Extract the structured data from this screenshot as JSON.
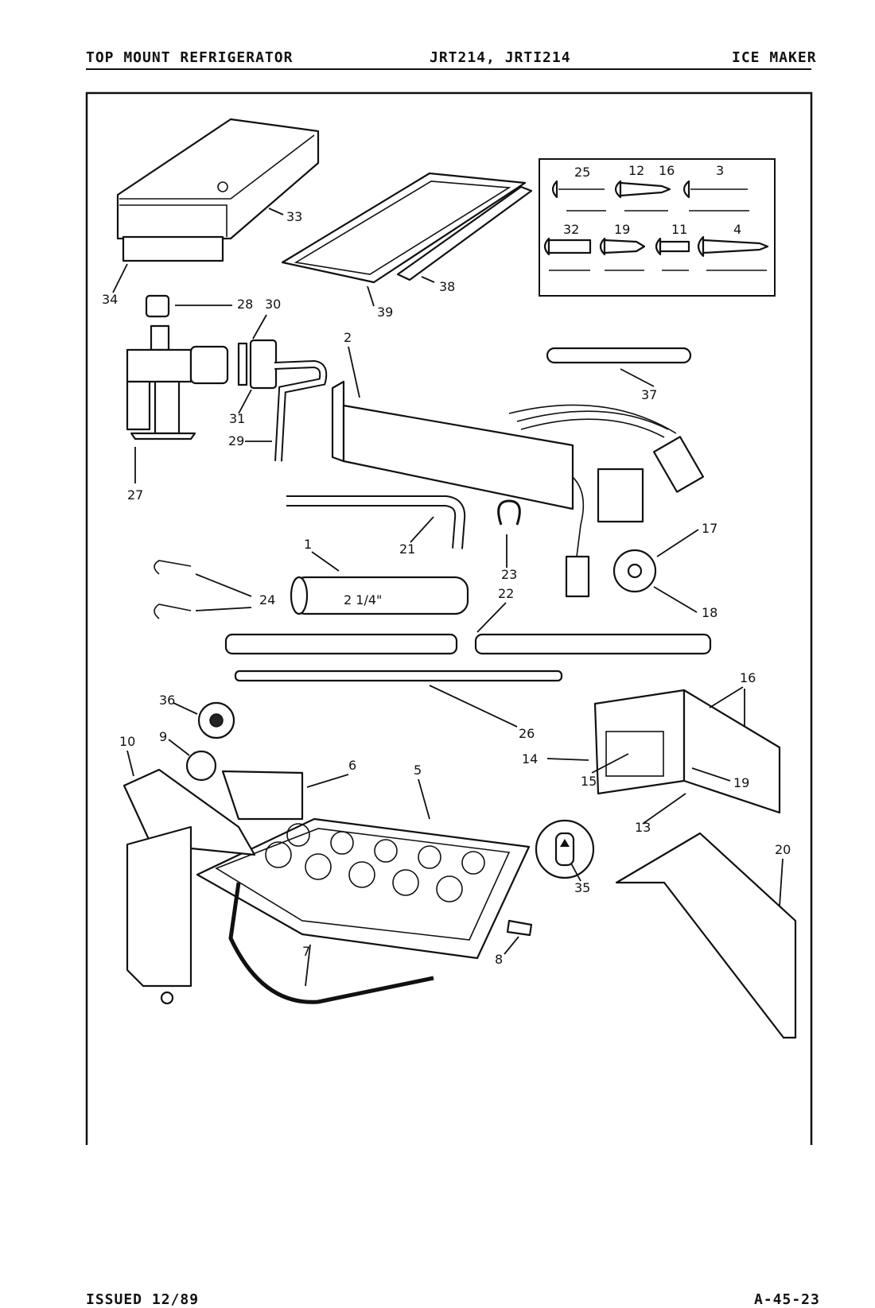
{
  "header": {
    "left": "TOP MOUNT REFRIGERATOR",
    "center": "JRT214, JRTI214",
    "right": "ICE MAKER"
  },
  "footer": {
    "left": "ISSUED 12/89",
    "right": "A-45-23"
  },
  "screw_box": {
    "labels": [
      "25",
      "12",
      "16",
      "3",
      "32",
      "19",
      "11",
      "4"
    ]
  },
  "dimension_text": "2 1/4\"",
  "callouts": [
    "1",
    "2",
    "3",
    "4",
    "5",
    "6",
    "7",
    "8",
    "9",
    "10",
    "11",
    "12",
    "13",
    "14",
    "15",
    "16",
    "17",
    "18",
    "19",
    "20",
    "21",
    "22",
    "23",
    "24",
    "25",
    "26",
    "27",
    "28",
    "29",
    "30",
    "31",
    "32",
    "33",
    "34",
    "35",
    "36",
    "37",
    "38",
    "39"
  ]
}
